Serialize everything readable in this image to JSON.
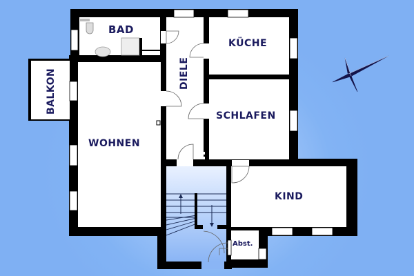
{
  "plan": {
    "colors": {
      "background": "#7fb0f3",
      "wall": "#000000",
      "room_fill": "#ffffff",
      "stair_fill_top": "#e6efff",
      "stair_fill_bottom": "#8fb8f5",
      "label": "#1a1a5e",
      "compass": "#14144a"
    },
    "rooms": [
      {
        "id": "bad",
        "label": "BAD"
      },
      {
        "id": "kueche",
        "label": "KÜCHE"
      },
      {
        "id": "diele",
        "label": "DIELE"
      },
      {
        "id": "balkon",
        "label": "BALKON"
      },
      {
        "id": "wohnen",
        "label": "WOHNEN"
      },
      {
        "id": "schlafen",
        "label": "SCHLAFEN"
      },
      {
        "id": "kind",
        "label": "KIND"
      },
      {
        "id": "abst",
        "label": "Abst."
      }
    ],
    "compass": {
      "icon": "compass-rose-icon"
    }
  }
}
